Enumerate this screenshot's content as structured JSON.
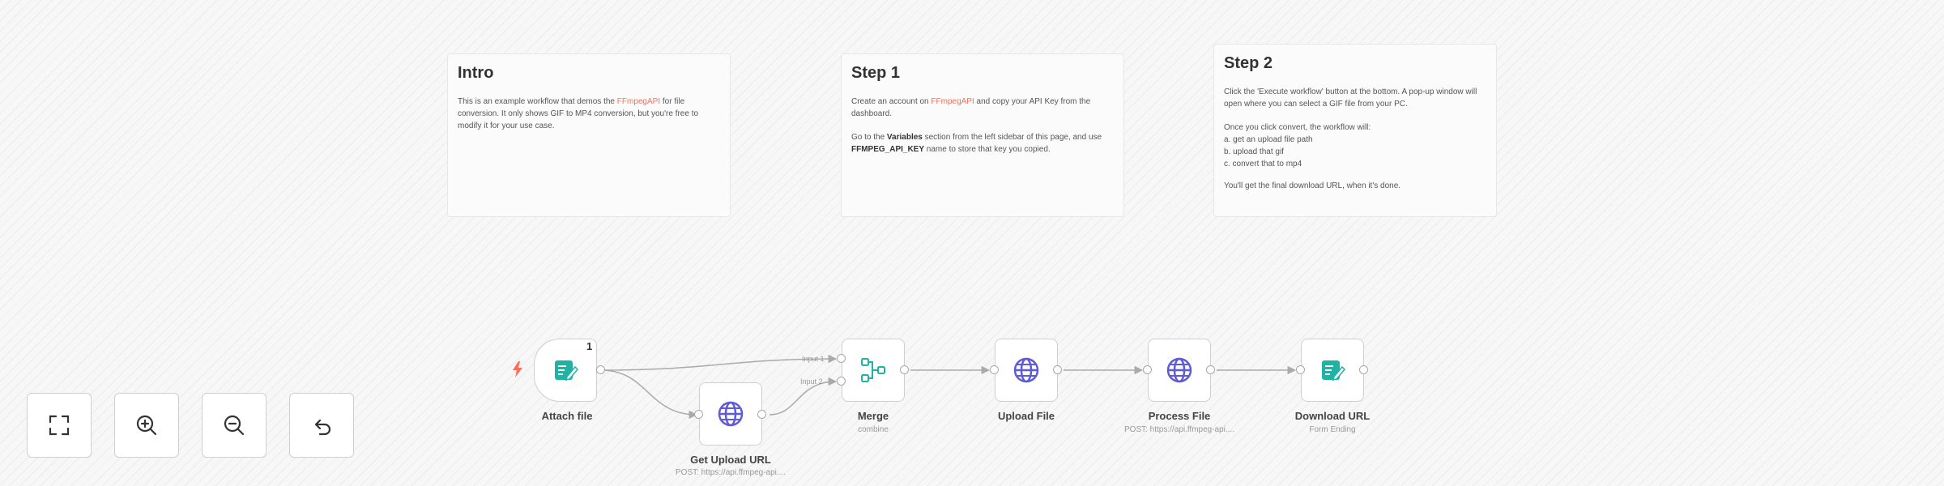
{
  "colors": {
    "accent": "#ff6d5a",
    "teal": "#1fb3a5",
    "globe": "#5f5bd6"
  },
  "notes": {
    "intro": {
      "title": "Intro",
      "p1_before": "This is an example workflow that demos the ",
      "p1_link": "FFmpegAPI",
      "p1_after": " for file conversion. It only shows GIF to MP4 conversion, but you're free to modify it for your use case."
    },
    "step1": {
      "title": "Step 1",
      "p1_before": "Create an account on ",
      "p1_link": "FFmpegAPI",
      "p1_after": " and copy your API Key from the dashboard.",
      "p2_a": "Go to the ",
      "p2_b": "Variables",
      "p2_c": " section from the left sidebar of this page, and use ",
      "p2_d": "FFMPEG_API_KEY",
      "p2_e": " name to store that key you copied."
    },
    "step2": {
      "title": "Step 2",
      "p1": "Click the 'Execute workflow' button at the bottom. A pop-up window will open where you can select a GIF file from your PC.",
      "p2_intro": "Once you click convert, the workflow will:",
      "p2_a": "a. get an upload file path",
      "p2_b": "b. upload that gif",
      "p2_c": "c. convert that to mp4",
      "p3": "You'll get the final download URL, when it's done."
    }
  },
  "nodes": {
    "attach_file": {
      "label": "Attach file",
      "icon": "form-icon",
      "badge": "1"
    },
    "get_upload_url": {
      "label": "Get Upload URL",
      "sub": "POST: https://api.ffmpeg-api....",
      "icon": "globe-icon"
    },
    "merge": {
      "label": "Merge",
      "sub": "combine",
      "icon": "merge-icon",
      "input1": "Input 1",
      "input2": "Input 2"
    },
    "upload_file": {
      "label": "Upload File",
      "icon": "globe-icon"
    },
    "process_file": {
      "label": "Process File",
      "sub": "POST: https://api.ffmpeg-api....",
      "icon": "globe-icon"
    },
    "download_url": {
      "label": "Download URL",
      "sub": "Form Ending",
      "icon": "form-icon"
    }
  },
  "controls": [
    {
      "name": "fit-view-button",
      "icon": "fullscreen-icon"
    },
    {
      "name": "zoom-in-button",
      "icon": "zoom-in-icon"
    },
    {
      "name": "zoom-out-button",
      "icon": "zoom-out-icon"
    },
    {
      "name": "reset-zoom-button",
      "icon": "undo-icon"
    }
  ]
}
